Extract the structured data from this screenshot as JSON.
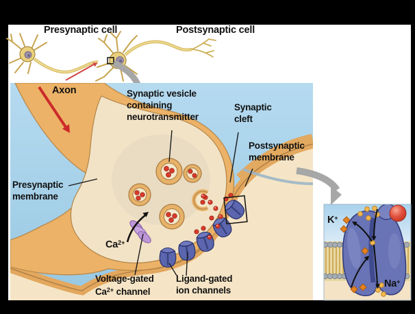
{
  "labels": {
    "presynaptic_cell": "Presynaptic cell",
    "postsynaptic_cell": "Postsynaptic cell",
    "axon": "Axon",
    "synaptic_vesicle": {
      "line1": "Synaptic vesicle",
      "line2": "containing",
      "line3": "neurotransmitter"
    },
    "synaptic_cleft": {
      "line1": "Synaptic",
      "line2": "cleft"
    },
    "postsynaptic_membrane": {
      "line1": "Postsynaptic",
      "line2": "membrane"
    },
    "presynaptic_membrane": {
      "line1": "Presynaptic",
      "line2": "membrane"
    },
    "calcium_ion": {
      "base": "Ca",
      "sup": "2+"
    },
    "voltage_gated_channel": {
      "line1": "Voltage-gated",
      "line2_base": "Ca",
      "line2_sup": "2+",
      "line2_rest": " channel"
    },
    "ligand_gated_channels": {
      "line1": "Ligand-gated",
      "line2": "ion channels"
    },
    "potassium_ion": {
      "base": "K",
      "sup": "+"
    },
    "sodium_ion": {
      "base": "Na",
      "sup": "+"
    }
  },
  "colors": {
    "frame_black": "#000000",
    "background_white": "#ffffff",
    "sky_blue": "#a9d2e9",
    "membrane_tan": "#ecb267",
    "membrane_band": "#e3a75e",
    "membrane_line_brown": "#aa7a42",
    "cell_interior_cream": "#f5e5c6",
    "bulb_interior_cream": "#f2e3c6",
    "vesicle_ring": "#e7b269",
    "neurotransmitter_red": "#d93a2b",
    "ligand_channel_blue": "#5c66ae",
    "voltage_channel_purple": "#bd96d8",
    "neuron_yellow": "#e9d07d",
    "gray_arrow": "#a7a7a7",
    "red_arrow": "#cc2a2a",
    "ion_diamond_orange": "#e8821e",
    "ion_dot_yellow": "#f3b94f",
    "lipid_tail_yellow": "#c9a243",
    "lipid_head_gray": "#9aa1a9"
  }
}
